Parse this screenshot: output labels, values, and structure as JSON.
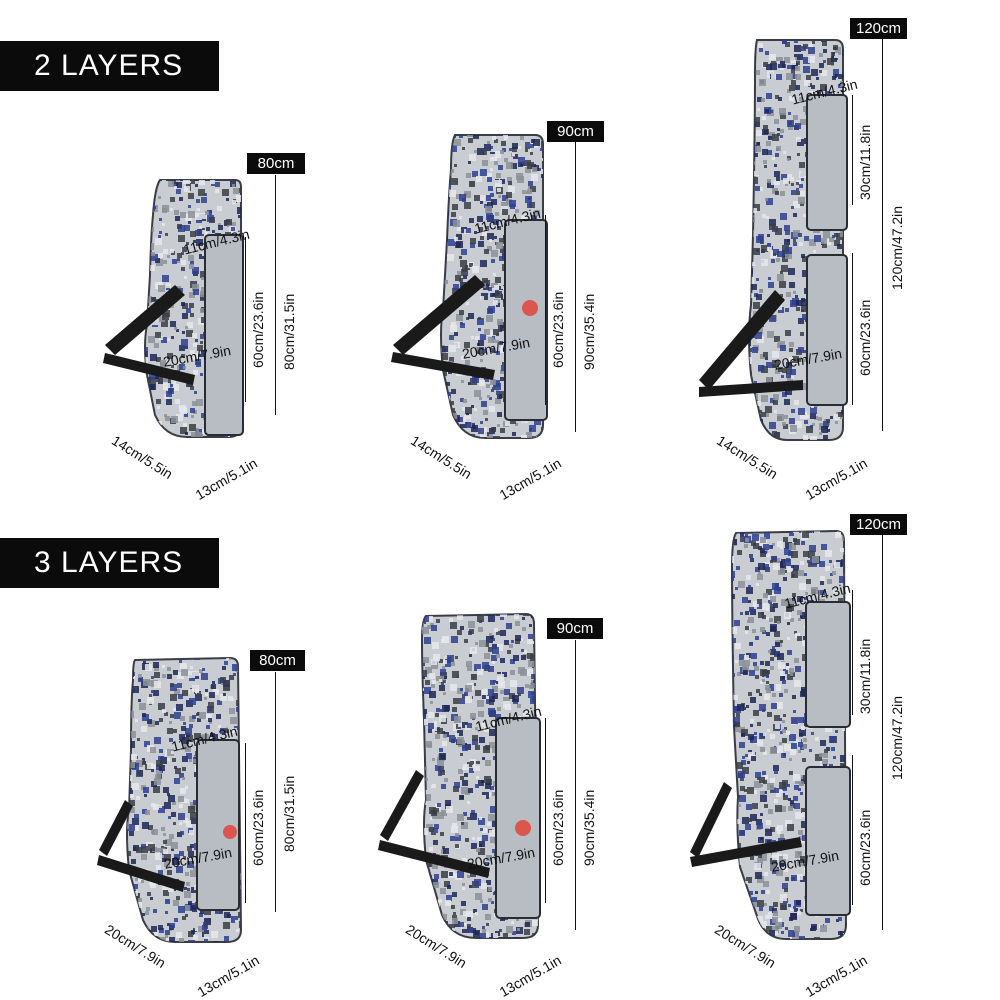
{
  "sections": {
    "two_layers": {
      "label": "2 LAYERS"
    },
    "three_layers": {
      "label": "3 LAYERS"
    }
  },
  "bags": [
    {
      "tag": "80cm",
      "height": "80cm/31.5in",
      "pocket": "60cm/23.6in",
      "pocket_width": "20cm/7.9in",
      "top_pocket": "11cm/4.3in",
      "depth": "14cm/5.5in",
      "width": "13cm/5.1in"
    },
    {
      "tag": "90cm",
      "height": "90cm/35.4in",
      "pocket": "60cm/23.6in",
      "pocket_width": "20cm/7.9in",
      "top_pocket": "11cm/4.3in",
      "depth": "14cm/5.5in",
      "width": "13cm/5.1in"
    },
    {
      "tag": "120cm",
      "height": "120cm/47.2in",
      "pocket": "60cm/23.6in",
      "pocket_width": "20cm/7.9in",
      "top_pocket": "11cm/4.3in",
      "upper_pocket": "30cm/11.8in",
      "depth": "14cm/5.5in",
      "width": "13cm/5.1in"
    },
    {
      "tag": "80cm",
      "height": "80cm/31.5in",
      "pocket": "60cm/23.6in",
      "pocket_width": "20cm/7.9in",
      "top_pocket": "11cm/4.3in",
      "depth": "20cm/7.9in",
      "width": "13cm/5.1in"
    },
    {
      "tag": "90cm",
      "height": "90cm/35.4in",
      "pocket": "60cm/23.6in",
      "pocket_width": "20cm/7.9in",
      "top_pocket": "11cm/4.3in",
      "depth": "20cm/7.9in",
      "width": "13cm/5.1in"
    },
    {
      "tag": "120cm",
      "height": "120cm/47.2in",
      "pocket": "60cm/23.6in",
      "pocket_width": "20cm/7.9in",
      "top_pocket": "11cm/4.3in",
      "upper_pocket": "30cm/11.8in",
      "depth": "20cm/7.9in",
      "width": "13cm/5.1in"
    }
  ],
  "colors": {
    "camo_base": "#c9ccd1",
    "camo_blue": "#2e3f8f",
    "camo_navy": "#1d2757",
    "camo_gray": "#8c9099",
    "camo_dark": "#3a3d45",
    "strap": "#1a1a1a",
    "accent": "#e0453a"
  }
}
